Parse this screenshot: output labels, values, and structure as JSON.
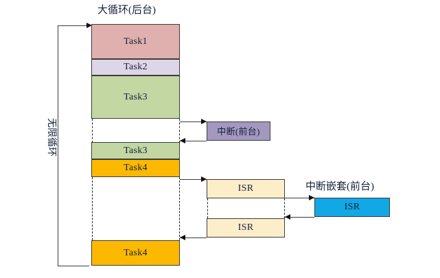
{
  "diagram": {
    "title_top": "大循环(后台)",
    "label_left_vertical": "无限循环",
    "label_interrupt": "中断(前台)",
    "label_nested_interrupt": "中断嵌套(前台)",
    "colors": {
      "task1": "#e0b0ae",
      "task2": "#ddd6e8",
      "task3": "#c2d7a2",
      "task4": "#fcb900",
      "interrupt": "#a398bf",
      "isr": "#fdeeca",
      "nested_isr": "#12a7e5",
      "stroke": "#3b3b3b",
      "text": "#16213a"
    },
    "background_blocks": [
      {
        "label": "Task1",
        "fill": "task1"
      },
      {
        "label": "Task2",
        "fill": "task2"
      },
      {
        "label": "Task3",
        "fill": "task3"
      },
      {
        "label": "Task3",
        "fill": "task3"
      },
      {
        "label": "Task4",
        "fill": "task4"
      },
      {
        "label": "Task4",
        "fill": "task4"
      }
    ],
    "foreground_blocks": [
      {
        "label": "中断(前台)",
        "fill": "interrupt"
      },
      {
        "label": "ISR",
        "fill": "isr"
      },
      {
        "label": "ISR",
        "fill": "isr"
      },
      {
        "label": "ISR",
        "fill": "nested_isr"
      }
    ]
  }
}
